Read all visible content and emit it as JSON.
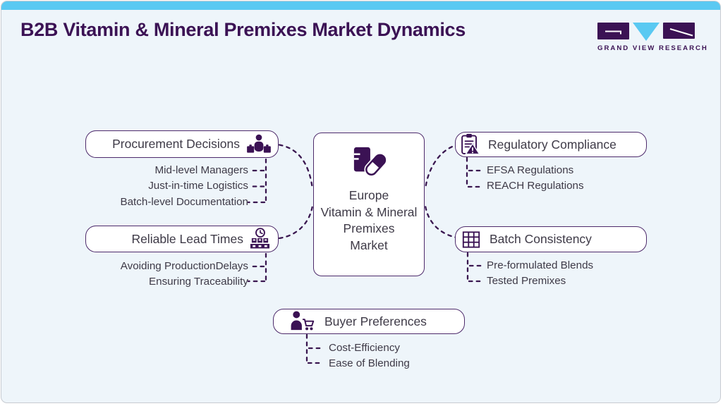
{
  "header": {
    "title": "B2B Vitamin & Mineral Premixes Market Dynamics",
    "logo_text": "GRAND VIEW RESEARCH"
  },
  "center_node": {
    "icon": "supplement-bottle-capsule-icon",
    "lines": [
      "Europe",
      "Vitamin & Mineral",
      "Premixes",
      "Market"
    ]
  },
  "nodes": [
    {
      "label": "Procurement Decisions",
      "icon": "buyers-team-icon",
      "items": [
        "Mid-level Managers",
        "Just-in-time Logistics",
        "Batch-level Documentation"
      ]
    },
    {
      "label": "Reliable Lead Times",
      "icon": "clock-conveyor-icon",
      "items": [
        "Avoiding ProductionDelays",
        "Ensuring Traceability"
      ]
    },
    {
      "label": "Regulatory Compliance",
      "icon": "clipboard-warning-icon",
      "items": [
        "EFSA Regulations",
        "REACH Regulations"
      ]
    },
    {
      "label": "Batch Consistency",
      "icon": "batch-grid-icon",
      "items": [
        "Pre-formulated Blends",
        "Tested Premixes"
      ]
    },
    {
      "label": "Buyer Preferences",
      "icon": "buyer-cart-icon",
      "items": [
        "Cost-Efficiency",
        "Ease of Blending"
      ]
    }
  ],
  "colors": {
    "accent_purple": "#3b1254",
    "accent_blue": "#5ac9f2",
    "background": "#eef5fa",
    "node_border": "#4d2a6b",
    "text": "#3e3a47"
  }
}
